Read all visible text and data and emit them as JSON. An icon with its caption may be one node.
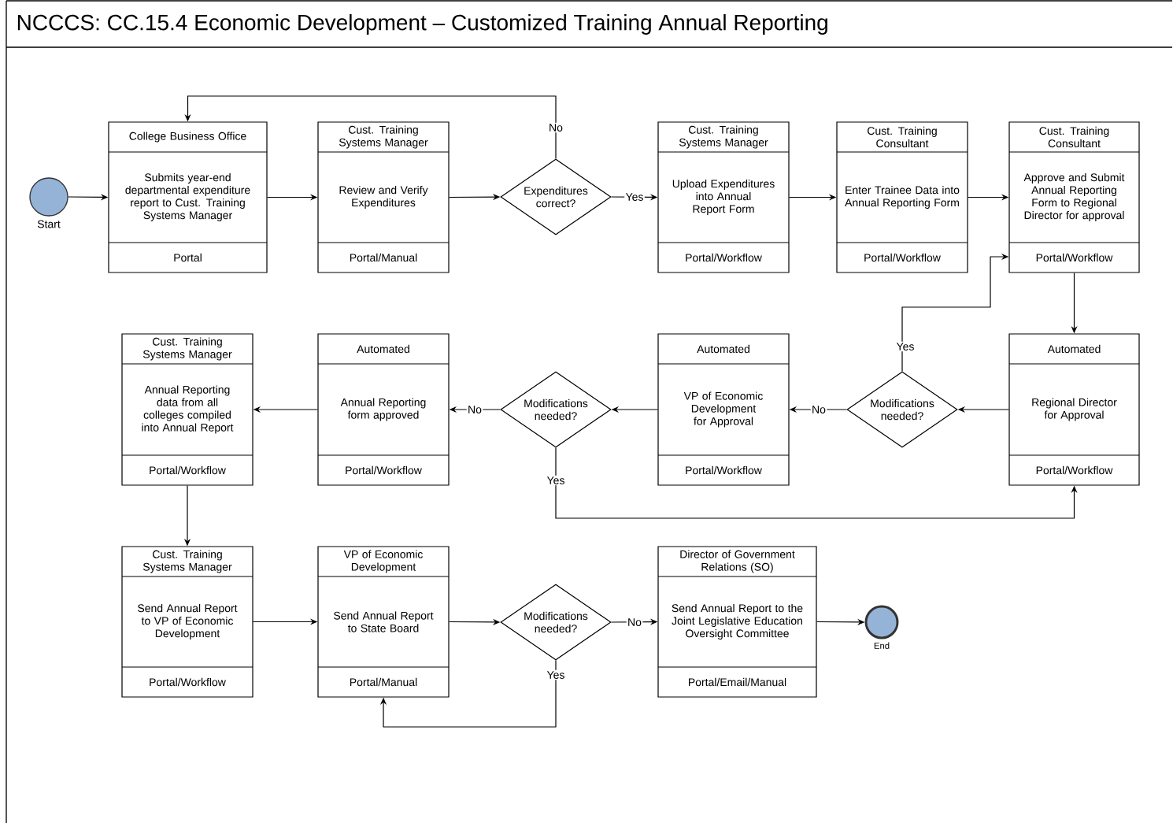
{
  "diagram": {
    "title": "NCCCS:  CC.15.4 Economic Development – Customized Training Annual Reporting",
    "nodes": [
      {
        "text": [],
        "shape": "circle",
        "beside": [
          "Start"
        ]
      },
      {
        "text": [
          "College Business Office",
          "Submits year-end departmental expenditure report to Cust. Training Systems Manager",
          "Portal"
        ]
      },
      {
        "text": [
          "Cust. Training Systems Manager",
          "Review and Verify Expenditures",
          "Portal/Manual"
        ]
      },
      {
        "text": [
          "Expenditures correct?"
        ]
      },
      {
        "text": [
          "Cust. Training Systems Manager",
          "Upload Expenditures into Annual Report Form",
          "Portal/Workflow"
        ]
      },
      {
        "text": [
          "Cust. Training Consultant",
          "Enter Trainee Data into Annual Reporting Form",
          "Portal/Workflow"
        ]
      },
      {
        "text": [
          "Cust. Training Consultant",
          "Approve and Submit Annual Reporting Form to Regional Director for approval",
          "Portal/Workflow"
        ]
      },
      {
        "text": [
          "Automated",
          "Regional Director for Approval",
          "Portal/Workflow"
        ]
      },
      {
        "text": [
          "Modifications needed?"
        ]
      },
      {
        "text": [
          "Automated",
          "VP of Economic Development for Approval",
          "Portal/Workflow"
        ]
      },
      {
        "text": [
          "Modifications needed?"
        ]
      },
      {
        "text": [
          "Automated",
          "Annual Reporting form approved",
          "Portal/Workflow"
        ]
      },
      {
        "text": [
          "Cust. Training Systems Manager",
          "Annual Reporting data from all colleges compiled into Annual Report",
          "Portal/Workflow"
        ]
      },
      {
        "text": [
          "Cust. Training Systems Manager",
          "Send Annual Report to VP of Economic Development",
          "Portal/Workflow"
        ]
      },
      {
        "text": [
          "VP of Economic Development",
          "Send Annual Report to State Board",
          "Portal/Manual"
        ]
      },
      {
        "text": [
          "Modifications needed?"
        ]
      },
      {
        "text": [
          "Director of Government Relations (SO)",
          "Send Annual Report to the Joint Legislative Education Oversight Committee",
          "Portal/Email/Manual"
        ]
      },
      {
        "text": [],
        "shape": "circle",
        "beside": [
          "End"
        ]
      }
    ],
    "edges": [
      {
        "from": 0,
        "to": 1,
        "arrow": "to"
      },
      {
        "from": 1,
        "to": 2,
        "arrow": "to"
      },
      {
        "from": 2,
        "to": 3,
        "arrow": "to"
      },
      {
        "from": 3,
        "to": 4,
        "arrow": "to",
        "label": "Yes"
      },
      {
        "from": 3,
        "to": 1,
        "arrow": "to",
        "label": "No"
      },
      {
        "from": 4,
        "to": 5,
        "arrow": "to"
      },
      {
        "from": 5,
        "to": 6,
        "arrow": "to"
      },
      {
        "from": 6,
        "to": 7,
        "arrow": "to"
      },
      {
        "from": 7,
        "to": 8,
        "arrow": "to"
      },
      {
        "from": 8,
        "to": 9,
        "arrow": "to",
        "label": "No"
      },
      {
        "from": 8,
        "to": 6,
        "arrow": "to",
        "label": "Yes"
      },
      {
        "from": 9,
        "to": 10,
        "arrow": "to"
      },
      {
        "from": 10,
        "to": 11,
        "arrow": "to",
        "label": "No"
      },
      {
        "from": 10,
        "to": 7,
        "arrow": "to",
        "label": "Yes"
      },
      {
        "from": 11,
        "to": 12,
        "arrow": "to"
      },
      {
        "from": 12,
        "to": 13,
        "arrow": "to"
      },
      {
        "from": 13,
        "to": 14,
        "arrow": "to"
      },
      {
        "from": 14,
        "to": 15,
        "arrow": "to"
      },
      {
        "from": 15,
        "to": 16,
        "arrow": "to",
        "label": "No"
      },
      {
        "from": 15,
        "to": 14,
        "arrow": "to",
        "label": "Yes"
      },
      {
        "from": 16,
        "to": 17,
        "arrow": "to"
      }
    ]
  }
}
